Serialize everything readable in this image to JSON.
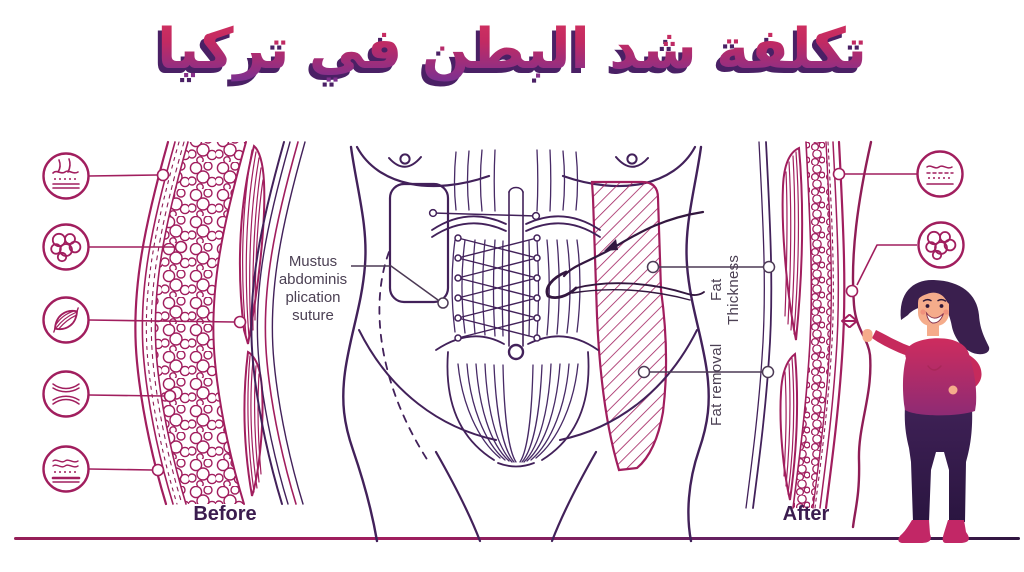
{
  "title": {
    "text": "تكلفة شد البطن في تركيا"
  },
  "panels": {
    "before": {
      "label": "Before"
    },
    "after": {
      "label": "After"
    }
  },
  "annotations": {
    "plication": "Mustus abdominis plication suture",
    "fat_thickness": "Fat Thickness",
    "fat_removal": "Fat removal"
  },
  "icons": {
    "left": [
      "skin-layers-with-hair",
      "fat-cells",
      "muscle-fibers",
      "fascia-layers",
      "dermis-layer"
    ],
    "right": [
      "skin-layers",
      "fat-cells"
    ]
  },
  "colors": {
    "line_crimson": "#a11e5e",
    "line_dark_purple": "#42215a",
    "title_gradient_top": "#d6335f",
    "title_gradient_bottom": "#6e3095",
    "title_shadow": "#4a2065",
    "annotation_text": "#4c4154",
    "before_after_text": "#3b1c4f",
    "ground_gradient_left": "#951f58",
    "ground_gradient_right": "#2f1640"
  }
}
